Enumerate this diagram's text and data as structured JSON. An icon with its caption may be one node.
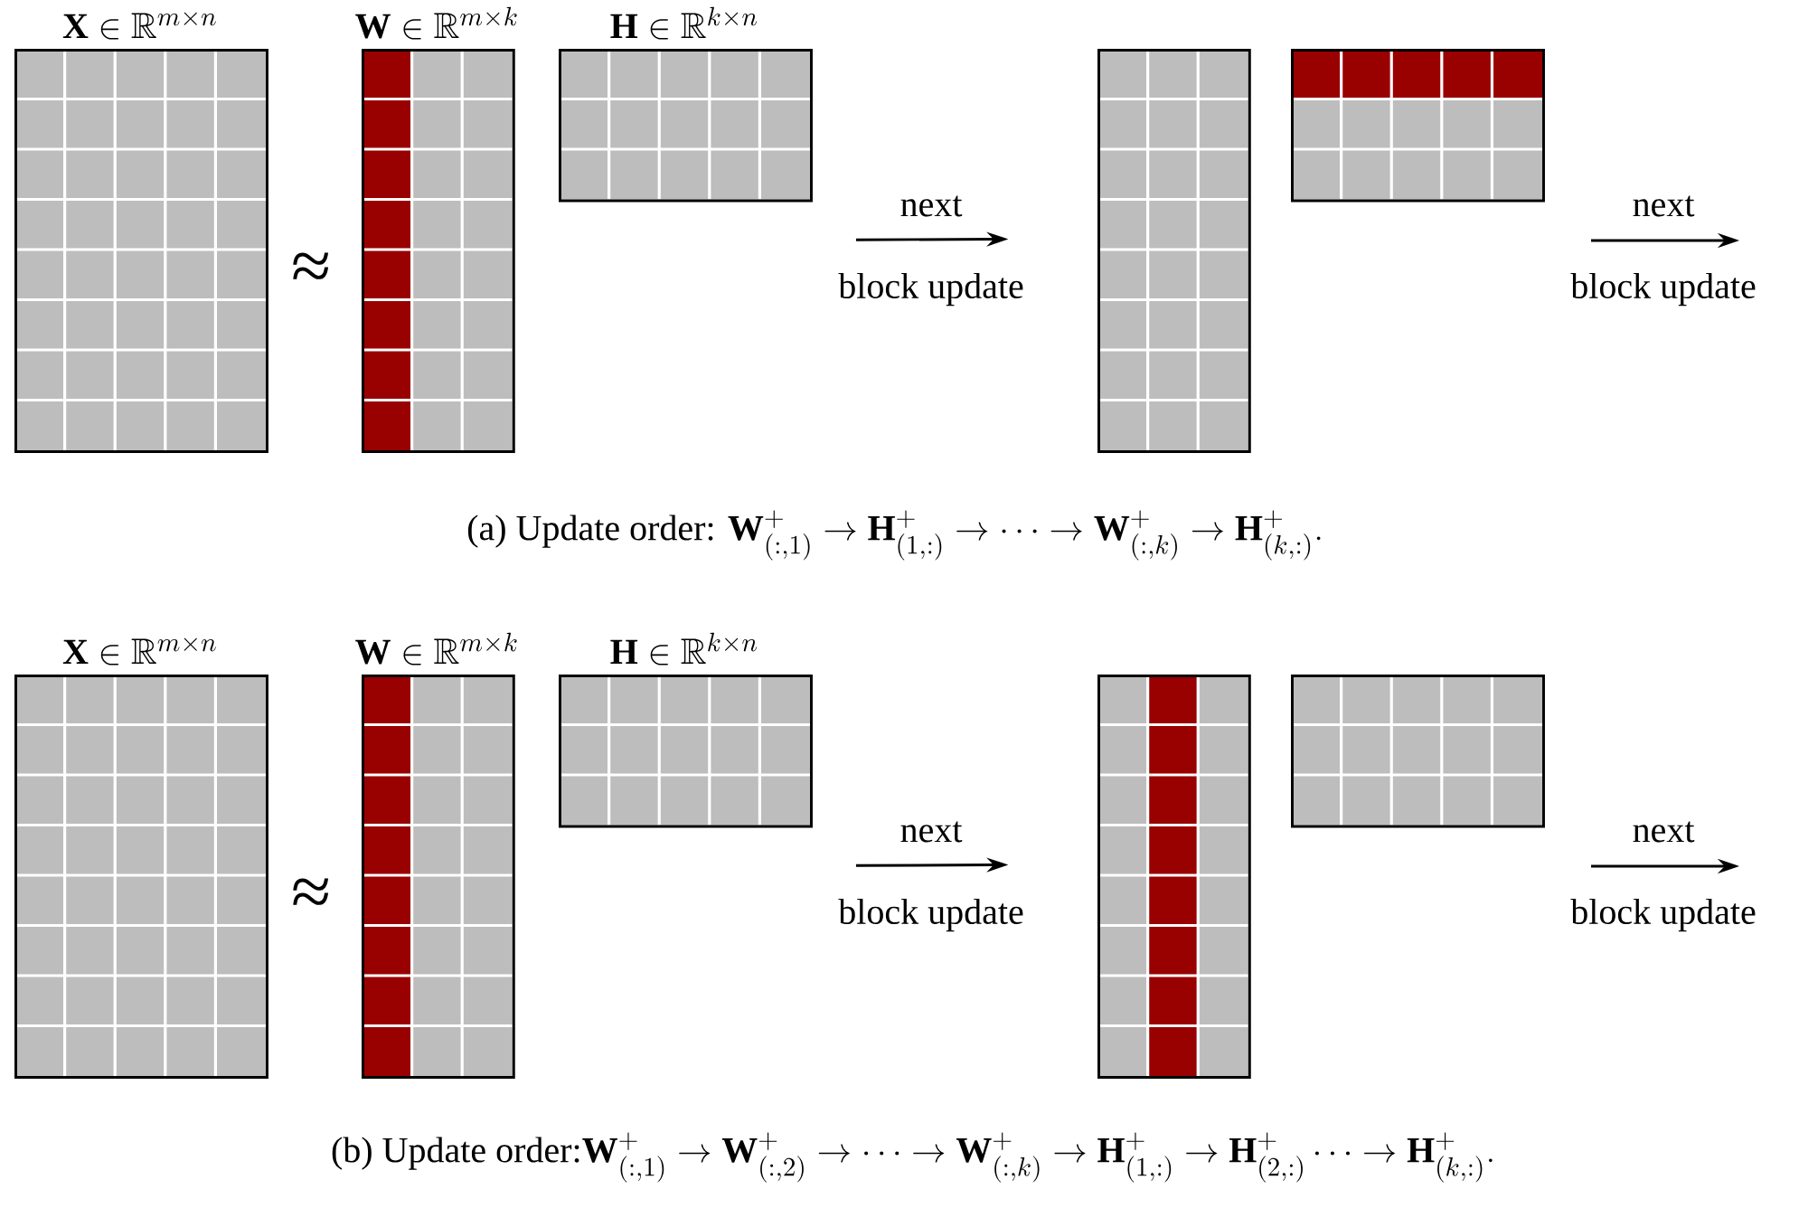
{
  "diagram": {
    "nodes": [
      {
        "text": [
          "\\mathbf{X} \\in \\mathbb{R}^{m\\times n}"
        ]
      },
      {
        "text": [
          "\\mathbf{W} \\in \\mathbb{R}^{m\\times k}"
        ]
      },
      {
        "text": [
          "\\mathbf{H} \\in \\mathbb{R}^{k\\times n}"
        ]
      },
      {
        "text": [],
        "shape": "box"
      },
      {
        "text": [],
        "shape": "box"
      },
      {
        "text": [
          "\\mathbf{X} \\in \\mathbb{R}^{m\\times n}"
        ]
      },
      {
        "text": [
          "\\mathbf{W} \\in \\mathbb{R}^{m\\times k}"
        ]
      },
      {
        "text": [
          "\\mathbf{H} \\in \\mathbb{R}^{k\\times n}"
        ]
      },
      {
        "text": [],
        "shape": "box"
      },
      {
        "text": [],
        "shape": "box"
      }
    ],
    "edges": [
      {
        "from": 2,
        "to": 3,
        "arrow": "to"
      },
      {
        "from": 7,
        "to": 8,
        "arrow": "to"
      }
    ],
    "labels": [
      "≈",
      "next",
      "block update",
      "next",
      "block update",
      "\\text{(a) Update order: }\\mathbf{W}^{+}_{(:,1)} \\to \\mathbf{H}^{+}_{(1,:)} \\to \\cdots \\to \\mathbf{W}^{+}_{(:,k)} \\to \\mathbf{H}^{+}_{(k,:)}.",
      "≈",
      "next",
      "block update",
      "next",
      "block update",
      "\\text{(b) Update order:}\\mathbf{W}^{+}_{(:,1)} \\to \\mathbf{W}^{+}_{(:,2)} \\to \\cdots \\to \\mathbf{W}^{+}_{(:,k)} \\to \\mathbf{H}^{+}_{(1,:)} \\to \\mathbf{H}^{+}_{(2,:)} \\cdots \\to \\mathbf{H}^{+}_{(k,:)}."
    ]
  }
}
